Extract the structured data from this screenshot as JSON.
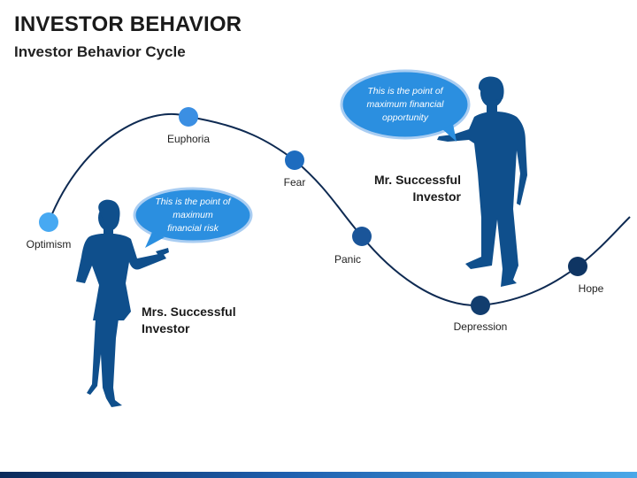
{
  "title": "INVESTOR BEHAVIOR",
  "subtitle": "Investor Behavior Cycle",
  "stages": [
    {
      "label": "Optimism"
    },
    {
      "label": "Euphoria"
    },
    {
      "label": "Fear"
    },
    {
      "label": "Panic"
    },
    {
      "label": "Depression"
    },
    {
      "label": "Hope"
    }
  ],
  "woman": {
    "name_line1": "Mrs. Successful",
    "name_line2": "Investor",
    "bubble_line1": "This is the point of",
    "bubble_line2": "maximum",
    "bubble_line3": "financial risk"
  },
  "man": {
    "name_line1": "Mr. Successful",
    "name_line2": "Investor",
    "bubble_line1": "This is the point of",
    "bubble_line2": "maximum financial",
    "bubble_line3": "opportunity"
  },
  "colors": {
    "curve": "#0e2a52",
    "silhouette": "#0f4f8c",
    "bubble_fill": "#2b8fe0",
    "bubble_stroke": "#a9cdf2",
    "dot_light": "#47a9f2",
    "dot_mid": "#1e6cbf",
    "dot_dark": "#0f3d73"
  }
}
